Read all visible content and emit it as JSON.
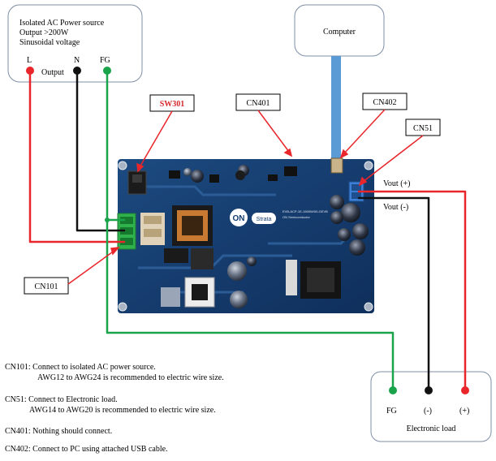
{
  "ac_source": {
    "line1": "Isolated AC Power source",
    "line2": "Output >200W",
    "line3": "Sinusoidal voltage",
    "terminal_l": "L",
    "terminal_n": "N",
    "terminal_fg": "FG",
    "output_label": "Output"
  },
  "computer": {
    "label": "Computer"
  },
  "labels": {
    "sw301": "SW301",
    "cn401": "CN401",
    "cn402": "CN402",
    "cn51": "CN51",
    "cn101": "CN101",
    "vout_pos": "Vout (+)",
    "vout_neg": "Vout (-)"
  },
  "board": {
    "logo_text": "ON",
    "brand_text": "Strata",
    "silk_line1": "EVB-ACP-1E-1500W/00-GEVB",
    "silk_line2": "ON Semiconductor"
  },
  "load": {
    "title": "Electronic load",
    "terminal_fg": "FG",
    "terminal_neg": "(-)",
    "terminal_pos": "(+)"
  },
  "notes": [
    {
      "head": "CN101: Connect to isolated AC power source.",
      "detail": "AWG12 to AWG24 is recommended to electric wire size."
    },
    {
      "head": "CN51: Connect to Electronic load.",
      "detail": "AWG14 to AWG20 is recommended to electric wire size."
    },
    {
      "head": "CN401: Nothing should connect.",
      "detail": ""
    },
    {
      "head": "CN402: Connect to PC using attached USB cable.",
      "detail": ""
    }
  ],
  "colors": {
    "wire_line": "#e8262b",
    "wire_neutral": "#111111",
    "wire_ground": "#1aa34a",
    "usb_cable": "#5b9bd5",
    "pcb": "#143c6e",
    "label_red": "#d6262b",
    "box_border": "#7f8fa6"
  }
}
